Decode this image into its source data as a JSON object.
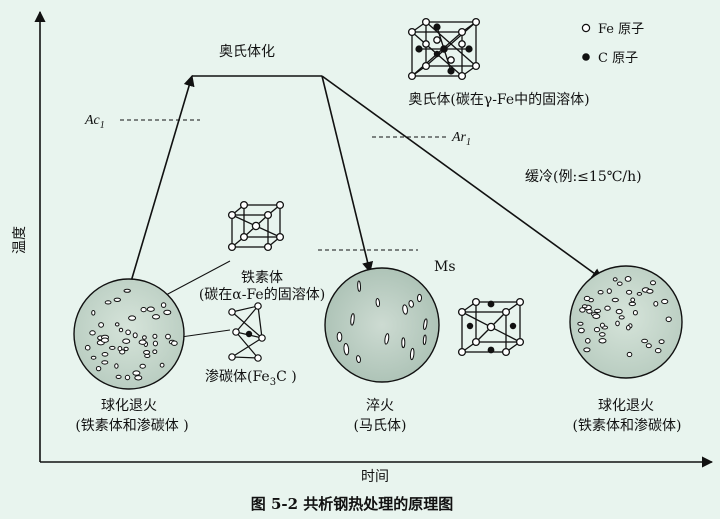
{
  "caption": "图 5-2   共析钢热处理的原理图",
  "axes": {
    "y_label": "温度",
    "x_label": "时间"
  },
  "top_label": "奥氏体化",
  "critical_points": {
    "ac1": "Ac",
    "ac1_sub": "1",
    "ar1": "Ar",
    "ar1_sub": "1",
    "ms": "Ms"
  },
  "legend": {
    "fe": "Fe 原子",
    "c": "C 原子"
  },
  "austenite_label": "奥氏体(碳在γ-Fe中的固溶体)",
  "slow_cool_label": "缓冷(例:≤15℃/h)",
  "ferrite": {
    "line1": "铁素体",
    "line2": "(碳在α-Fe的固溶体)"
  },
  "cementite": {
    "prefix": "渗碳体(Fe",
    "sub": "3",
    "suffix": "C )"
  },
  "left_circle": {
    "title": "球化退火",
    "subtitle": "(铁素体和渗碳体 )"
  },
  "mid_circle": {
    "title": "淬火",
    "subtitle": "(马氏体)"
  },
  "right_circle": {
    "title": "球化退火",
    "subtitle": "(铁素体和渗碳体)"
  },
  "colors": {
    "background": "#e8f4ee",
    "ink": "#111111",
    "grain_fill": "#c9d9cf",
    "martensite_fill": "#b9ccc2"
  }
}
